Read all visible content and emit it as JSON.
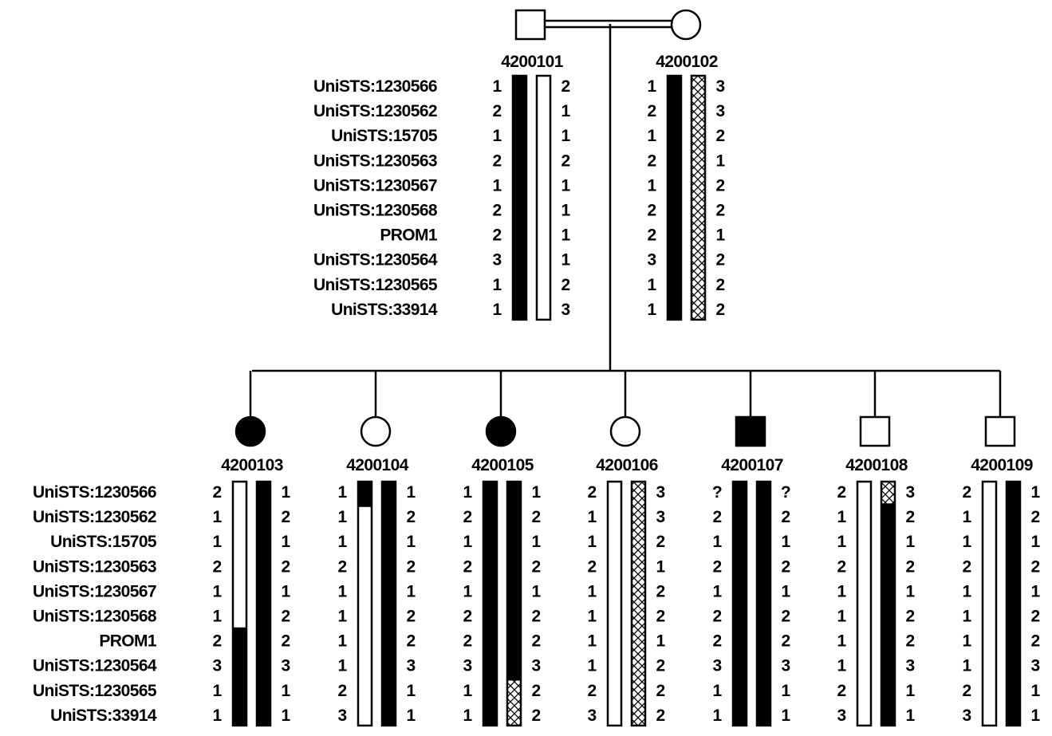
{
  "markers": [
    "UniSTS:1230566",
    "UniSTS:1230562",
    "UniSTS:15705",
    "UniSTS:1230563",
    "UniSTS:1230567",
    "UniSTS:1230568",
    "PROM1",
    "UniSTS:1230564",
    "UniSTS:1230565",
    "UniSTS:33914"
  ],
  "colors": {
    "ink": "#000000",
    "background": "#ffffff"
  },
  "parents": [
    {
      "id": "4200101",
      "sex": "male",
      "affected": false,
      "left": [
        "1",
        "2",
        "1",
        "2",
        "1",
        "2",
        "2",
        "3",
        "1",
        "1"
      ],
      "right": [
        "2",
        "1",
        "1",
        "2",
        "1",
        "1",
        "1",
        "1",
        "2",
        "3"
      ],
      "left_bar": [
        {
          "type": "black",
          "from": 0,
          "to": 9
        }
      ],
      "right_bar": [
        {
          "type": "white",
          "from": 0,
          "to": 9
        }
      ]
    },
    {
      "id": "4200102",
      "sex": "female",
      "affected": false,
      "left": [
        "1",
        "2",
        "1",
        "2",
        "1",
        "2",
        "2",
        "3",
        "1",
        "1"
      ],
      "right": [
        "3",
        "3",
        "2",
        "1",
        "2",
        "2",
        "1",
        "2",
        "2",
        "2"
      ],
      "left_bar": [
        {
          "type": "black",
          "from": 0,
          "to": 9
        }
      ],
      "right_bar": [
        {
          "type": "hatched",
          "from": 0,
          "to": 9
        }
      ]
    }
  ],
  "children": [
    {
      "id": "4200103",
      "sex": "female",
      "affected": true,
      "left": [
        "2",
        "1",
        "1",
        "2",
        "1",
        "1",
        "2",
        "3",
        "1",
        "1"
      ],
      "right": [
        "1",
        "2",
        "1",
        "2",
        "1",
        "2",
        "2",
        "3",
        "1",
        "1"
      ],
      "left_bar": [
        {
          "type": "white",
          "from": 0,
          "to": 5
        },
        {
          "type": "black",
          "from": 6,
          "to": 9
        }
      ],
      "right_bar": [
        {
          "type": "black",
          "from": 0,
          "to": 9
        }
      ]
    },
    {
      "id": "4200104",
      "sex": "female",
      "affected": false,
      "left": [
        "1",
        "1",
        "1",
        "2",
        "1",
        "1",
        "1",
        "1",
        "2",
        "3"
      ],
      "right": [
        "1",
        "2",
        "1",
        "2",
        "1",
        "2",
        "2",
        "3",
        "1",
        "1"
      ],
      "left_bar": [
        {
          "type": "black",
          "from": 0,
          "to": 0
        },
        {
          "type": "white",
          "from": 1,
          "to": 9
        }
      ],
      "right_bar": [
        {
          "type": "black",
          "from": 0,
          "to": 9
        }
      ]
    },
    {
      "id": "4200105",
      "sex": "female",
      "affected": true,
      "left": [
        "1",
        "2",
        "1",
        "2",
        "1",
        "2",
        "2",
        "3",
        "1",
        "1"
      ],
      "right": [
        "1",
        "2",
        "1",
        "2",
        "1",
        "2",
        "2",
        "3",
        "2",
        "2"
      ],
      "left_bar": [
        {
          "type": "black",
          "from": 0,
          "to": 9
        }
      ],
      "right_bar": [
        {
          "type": "black",
          "from": 0,
          "to": 7
        },
        {
          "type": "hatched",
          "from": 8,
          "to": 9
        }
      ]
    },
    {
      "id": "4200106",
      "sex": "female",
      "affected": false,
      "left": [
        "2",
        "1",
        "1",
        "2",
        "1",
        "1",
        "1",
        "1",
        "2",
        "3"
      ],
      "right": [
        "3",
        "3",
        "2",
        "1",
        "2",
        "2",
        "1",
        "2",
        "2",
        "2"
      ],
      "left_bar": [
        {
          "type": "white",
          "from": 0,
          "to": 9
        }
      ],
      "right_bar": [
        {
          "type": "hatched",
          "from": 0,
          "to": 9
        }
      ]
    },
    {
      "id": "4200107",
      "sex": "male",
      "affected": true,
      "left": [
        "?",
        "2",
        "1",
        "2",
        "1",
        "2",
        "2",
        "3",
        "1",
        "1"
      ],
      "right": [
        "?",
        "2",
        "1",
        "2",
        "1",
        "2",
        "2",
        "3",
        "1",
        "1"
      ],
      "left_bar": [
        {
          "type": "black",
          "from": 0,
          "to": 9
        }
      ],
      "right_bar": [
        {
          "type": "black",
          "from": 0,
          "to": 9
        }
      ]
    },
    {
      "id": "4200108",
      "sex": "male",
      "affected": false,
      "left": [
        "2",
        "1",
        "1",
        "2",
        "1",
        "1",
        "1",
        "1",
        "2",
        "3"
      ],
      "right": [
        "3",
        "2",
        "1",
        "2",
        "1",
        "2",
        "2",
        "3",
        "1",
        "1"
      ],
      "left_bar": [
        {
          "type": "white",
          "from": 0,
          "to": 9
        }
      ],
      "right_bar": [
        {
          "type": "hatched",
          "from": 0,
          "to": 0
        },
        {
          "type": "black",
          "from": 1,
          "to": 9
        }
      ]
    },
    {
      "id": "4200109",
      "sex": "male",
      "affected": false,
      "left": [
        "2",
        "1",
        "1",
        "2",
        "1",
        "1",
        "1",
        "1",
        "2",
        "3"
      ],
      "right": [
        "1",
        "2",
        "1",
        "2",
        "1",
        "2",
        "2",
        "3",
        "1",
        "1"
      ],
      "left_bar": [
        {
          "type": "white",
          "from": 0,
          "to": 9
        }
      ],
      "right_bar": [
        {
          "type": "black",
          "from": 0,
          "to": 9
        }
      ]
    }
  ]
}
